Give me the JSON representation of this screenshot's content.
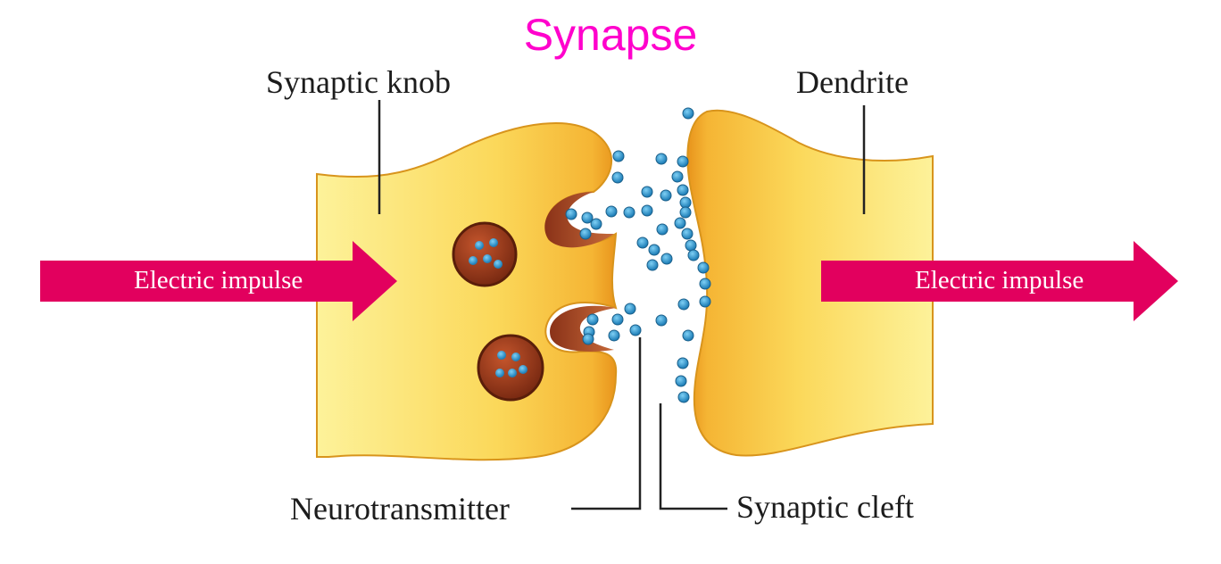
{
  "title": "Synapse",
  "labels": {
    "synaptic_knob": "Synaptic knob",
    "dendrite": "Dendrite",
    "neurotransmitter": "Neurotransmitter",
    "synaptic_cleft": "Synaptic cleft",
    "impulse_in": "Electric impulse",
    "impulse_out": "Electric impulse"
  },
  "colors": {
    "title": "#ff00cc",
    "arrow": "#e2005e",
    "membrane_fill": "#fbd350",
    "membrane_edge": "#e89a1a",
    "vesicle": "#8a3218",
    "molecule": "#2f8fc8"
  }
}
